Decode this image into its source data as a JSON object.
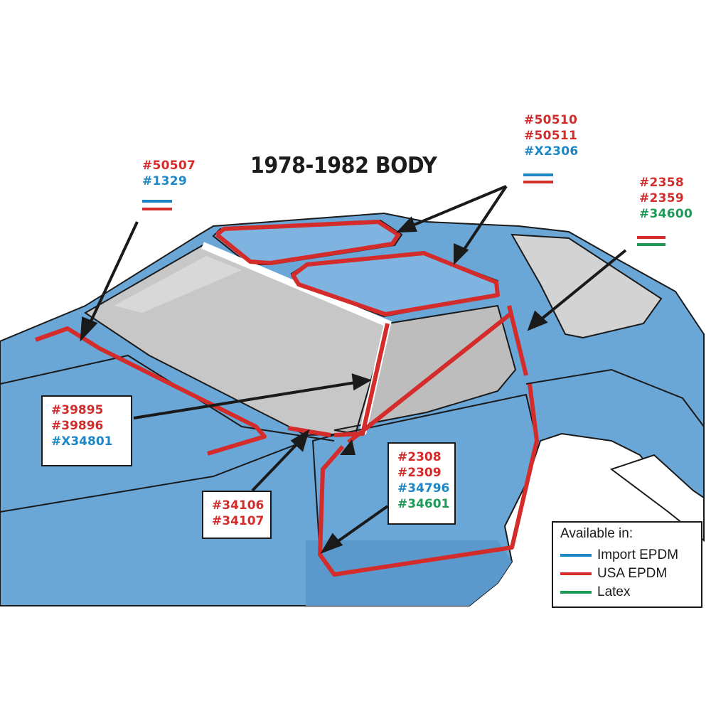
{
  "title": "1978-1982 BODY",
  "colors": {
    "import_epdm": "#1d86c4",
    "usa_epdm": "#d42b2b",
    "latex": "#1e9a58",
    "body": "#6aa6d6",
    "glass": "#c9c9c9"
  },
  "labels": {
    "windshield_pillar": {
      "lines": [
        "#50507",
        "#1329"
      ],
      "icons": [
        "blue-red-flag-icon"
      ]
    },
    "roof_panels": {
      "lines": [
        "#50510",
        "#50511",
        "#X2306"
      ]
    },
    "rear_window": {
      "lines": [
        "#2358",
        "#2359",
        "#34600"
      ]
    },
    "windshield": {
      "lines": [
        "#39895",
        "#39896",
        "#X34801"
      ]
    },
    "cowl": {
      "lines": [
        "#34106",
        "#34107"
      ]
    },
    "door": {
      "lines": [
        "#2308",
        "#2309",
        "#34796",
        "#34601"
      ]
    }
  },
  "legend": {
    "heading": "Available in:",
    "items": [
      "Import EPDM",
      "USA EPDM",
      "Latex"
    ]
  }
}
